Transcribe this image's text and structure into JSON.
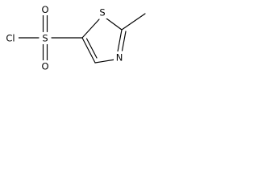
{
  "molecule": {
    "atoms": {
      "cl": "Cl",
      "s_sulfonyl": "S",
      "o_top": "O",
      "o_bottom": "O",
      "s_ring": "S",
      "n_ring": "N"
    },
    "colors": {
      "ink": "#000000",
      "background": "#ffffff"
    }
  }
}
